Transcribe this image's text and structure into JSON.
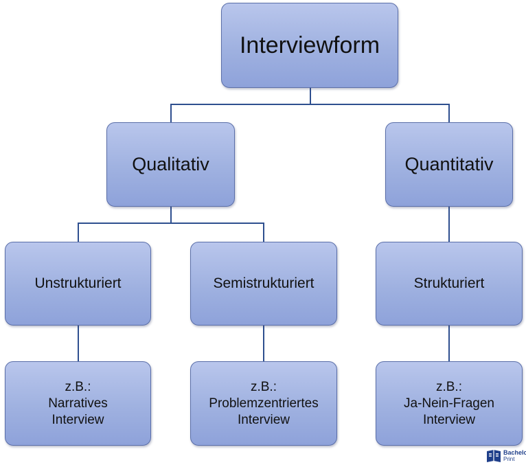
{
  "diagram": {
    "root": {
      "label": "Interviewform"
    },
    "qualitativ": {
      "label": "Qualitativ"
    },
    "quantitativ": {
      "label": "Quantitativ"
    },
    "unstrukturiert": {
      "label": "Unstrukturiert"
    },
    "semistrukturiert": {
      "label": "Semistrukturiert"
    },
    "strukturiert": {
      "label": "Strukturiert"
    },
    "example_unstrukturiert": {
      "prefix": "z.B.:",
      "line1": "Narratives",
      "line2": "Interview"
    },
    "example_semistrukturiert": {
      "prefix": "z.B.:",
      "line1": "Problemzentriertes",
      "line2": "Interview"
    },
    "example_strukturiert": {
      "prefix": "z.B.:",
      "line1": "Ja-Nein-Fragen",
      "line2": "Interview"
    }
  },
  "colors": {
    "connector": "#2e4f8f",
    "node_fill_top": "#b9c6ec",
    "node_fill_bottom": "#8ea2da",
    "node_border": "#5a6ea8"
  },
  "logo": {
    "name": "bachelorprint-logo",
    "word1": "Bachelor",
    "word2": "Print"
  }
}
